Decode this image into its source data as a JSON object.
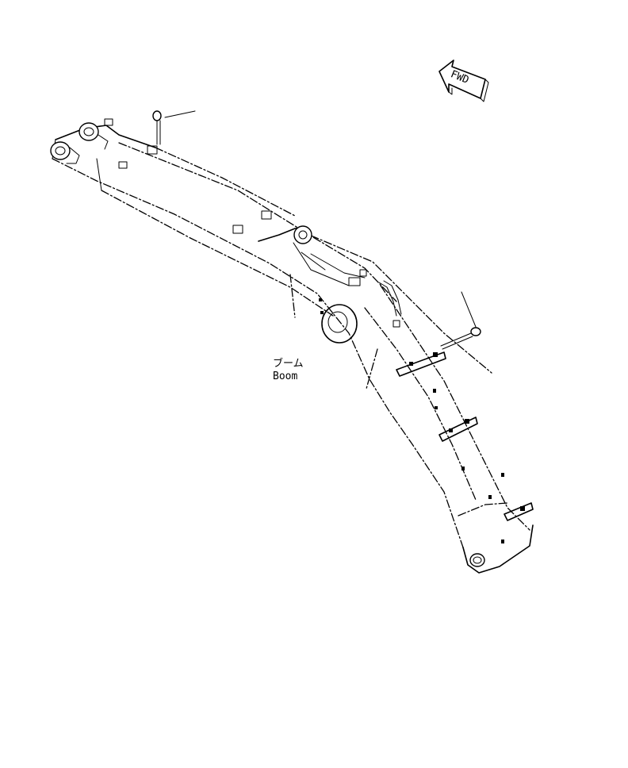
{
  "fwd_marker": {
    "label": "FWD"
  },
  "part_label": {
    "japanese": "ブーム",
    "english": "Boom"
  }
}
